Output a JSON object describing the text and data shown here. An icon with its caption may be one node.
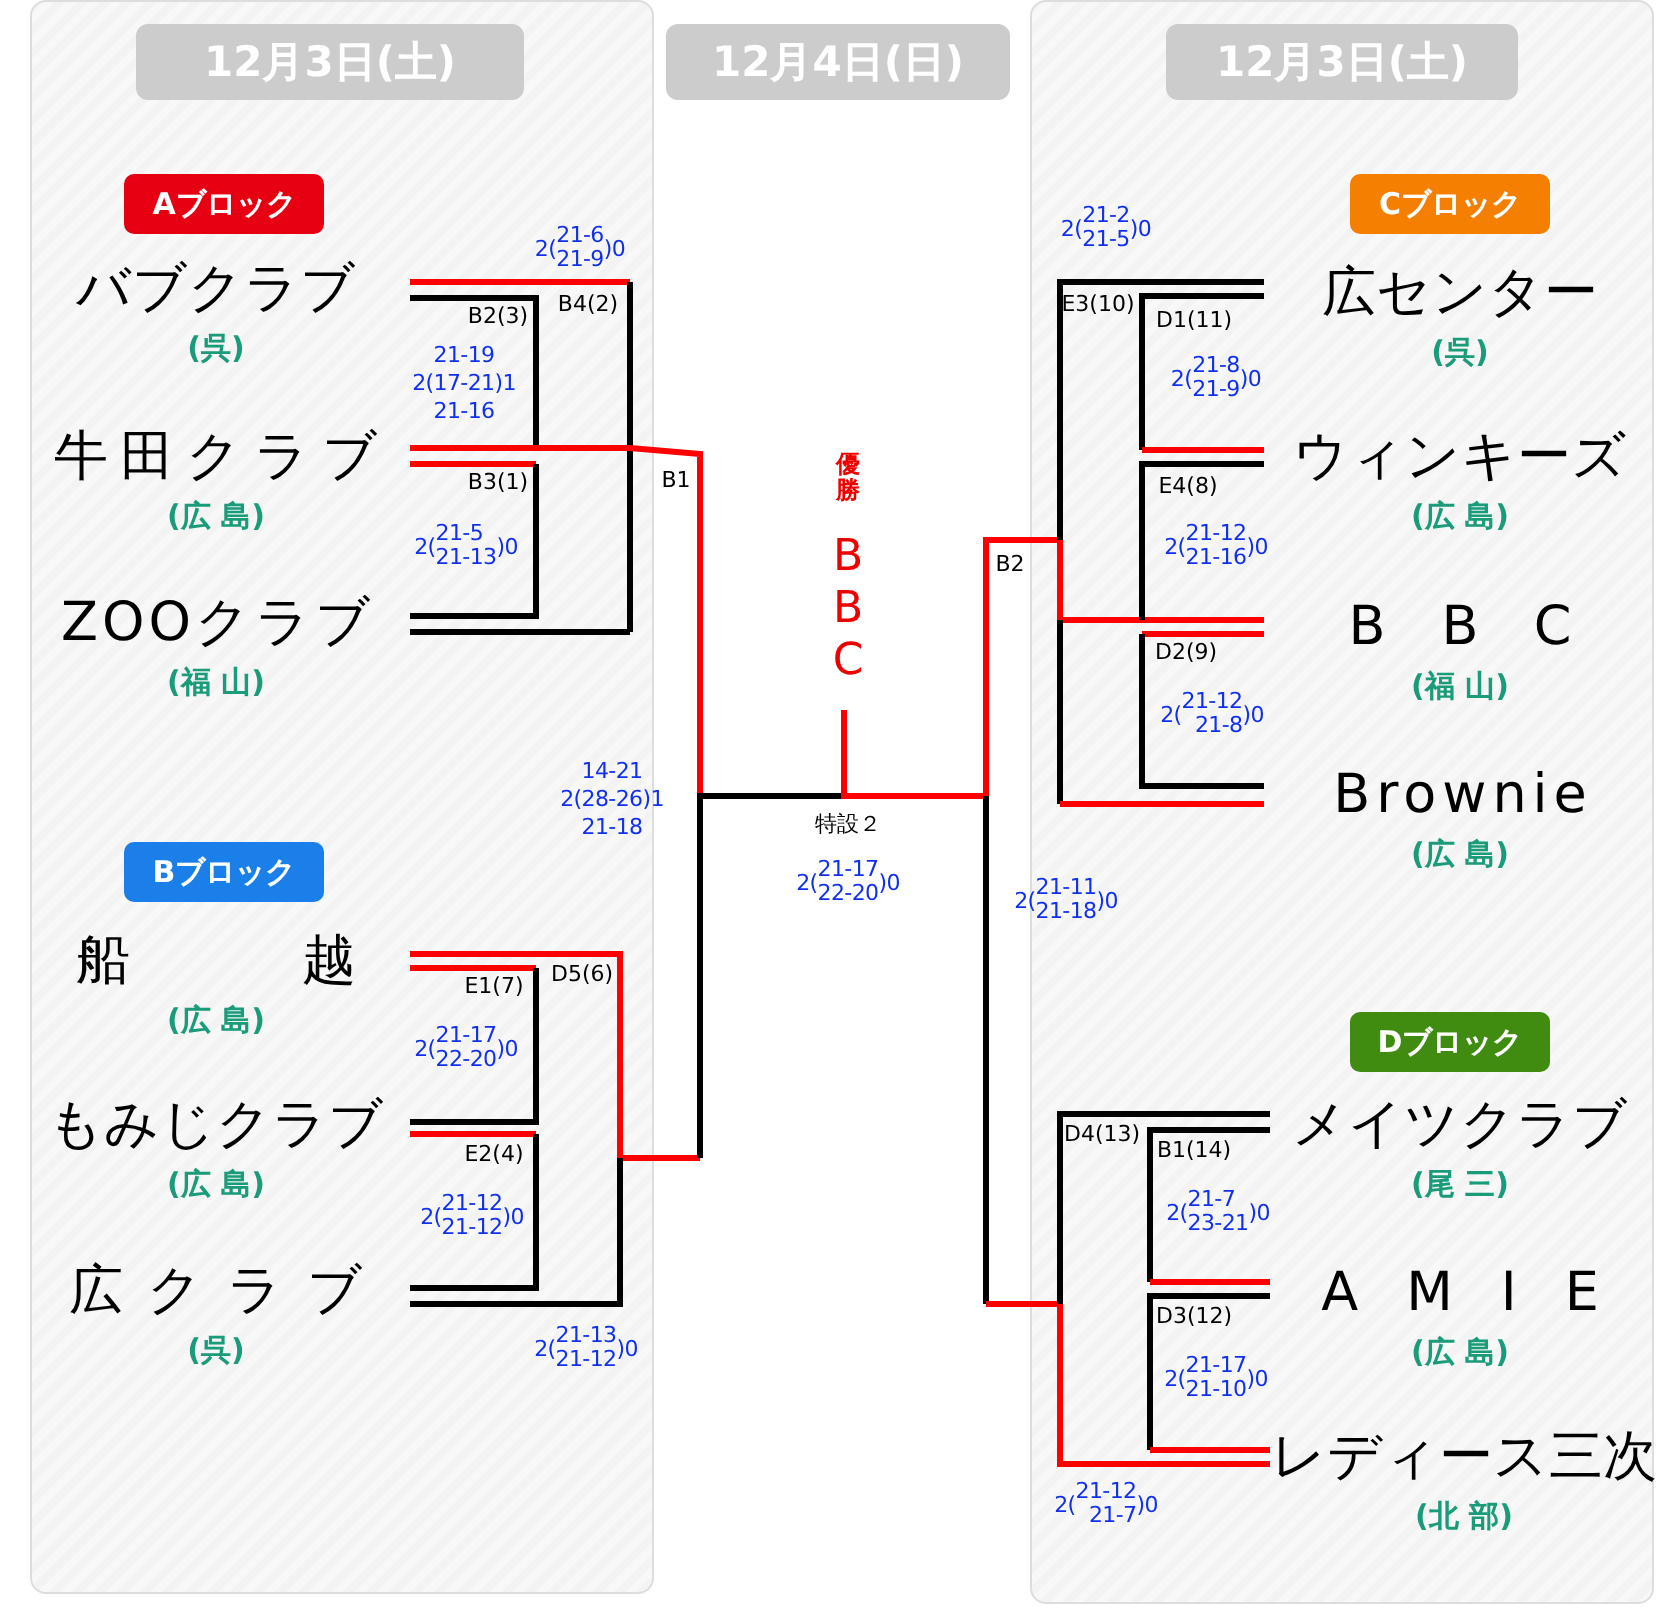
{
  "diagram": {
    "nodes": [
      {
        "text": [
          "12月3日(土)"
        ]
      },
      {
        "text": [
          "12月4日(日)"
        ]
      },
      {
        "text": [
          "12月3日(土)"
        ]
      },
      {
        "text": [
          "Aブロック"
        ]
      },
      {
        "text": [
          "バブクラブ"
        ],
        "beside": [
          "(呉)"
        ]
      },
      {
        "text": [
          "牛田クラブ"
        ],
        "beside": [
          "(広 島)"
        ]
      },
      {
        "text": [
          "ZOOクラブ"
        ],
        "beside": [
          "(福 山)"
        ]
      },
      {
        "text": [
          "Bブロック"
        ]
      },
      {
        "text": [
          "船越"
        ],
        "beside": [
          "(広 島)"
        ]
      },
      {
        "text": [
          "もみじクラブ"
        ],
        "beside": [
          "(広 島)"
        ]
      },
      {
        "text": [
          "広クラブ"
        ],
        "beside": [
          "(呉)"
        ]
      },
      {
        "text": [
          "優勝",
          "BBC"
        ]
      },
      {
        "text": [
          "Cブロック"
        ]
      },
      {
        "text": [
          "広センター"
        ],
        "beside": [
          "(呉)"
        ]
      },
      {
        "text": [
          "ウィンキーズ"
        ],
        "beside": [
          "(広 島)"
        ]
      },
      {
        "text": [
          "BBC"
        ],
        "beside": [
          "(福 山)"
        ]
      },
      {
        "text": [
          "Brownie"
        ],
        "beside": [
          "(広 島)"
        ]
      },
      {
        "text": [
          "Dブロック"
        ]
      },
      {
        "text": [
          "メイツクラブ"
        ],
        "beside": [
          "(尾 三)"
        ]
      },
      {
        "text": [
          "AMIE"
        ],
        "beside": [
          "(広 島)"
        ]
      },
      {
        "text": [
          "レディース三次"
        ],
        "beside": [
          "(北 部)"
        ]
      }
    ],
    "labels": [
      "2(21-6 21-9)0",
      "B4(2)",
      "B2(3)",
      "21-19 2(17-21)1 21-16",
      "B1",
      "B3(1)",
      "2(21-5 21-13)0",
      "14-21 2(28-26)1 21-18",
      "D5(6)",
      "E1(7)",
      "2(21-17 22-20)0",
      "E2(4)",
      "2(21-12 21-12)0",
      "2(21-13 21-12)0",
      "B2",
      "特設２",
      "2(21-17 22-20)0",
      "2(21-2 21-5)0",
      "E3(10)",
      "D1(11)",
      "2(21-8 21-9)0",
      "E4(8)",
      "2(21-12 21-16)0",
      "D2(9)",
      "2(21-12 21-8)0",
      "2(21-11 21-18)0",
      "D4(13)",
      "B1(14)",
      "2(21-7 23-21)0",
      "D3(12)",
      "2(21-17 21-10)0",
      "2(21-12 21-7)0"
    ]
  }
}
